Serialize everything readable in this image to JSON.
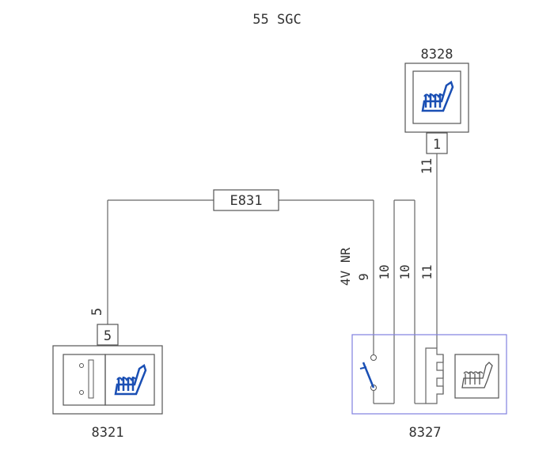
{
  "title": "55 SGC",
  "components": {
    "seat_module_top": {
      "id": "8328",
      "connector_pin": "1"
    },
    "seat_module_left": {
      "id": "8321",
      "connector_pin": "5"
    },
    "switch_unit": {
      "id": "8327"
    }
  },
  "connector_label": "E831",
  "wires": {
    "left_vertical": "5",
    "top_vertical": "11",
    "bundle": [
      "9",
      "10",
      "10",
      "11"
    ]
  },
  "annotation": "4V NR",
  "colors": {
    "accent_blue": "#1a4fb4",
    "switch_frame": "#8080e0",
    "line": "#666666"
  },
  "icons": [
    "heated-seat-icon",
    "heated-seat-icon",
    "heated-seat-icon",
    "switch-icon",
    "relay-icon"
  ]
}
